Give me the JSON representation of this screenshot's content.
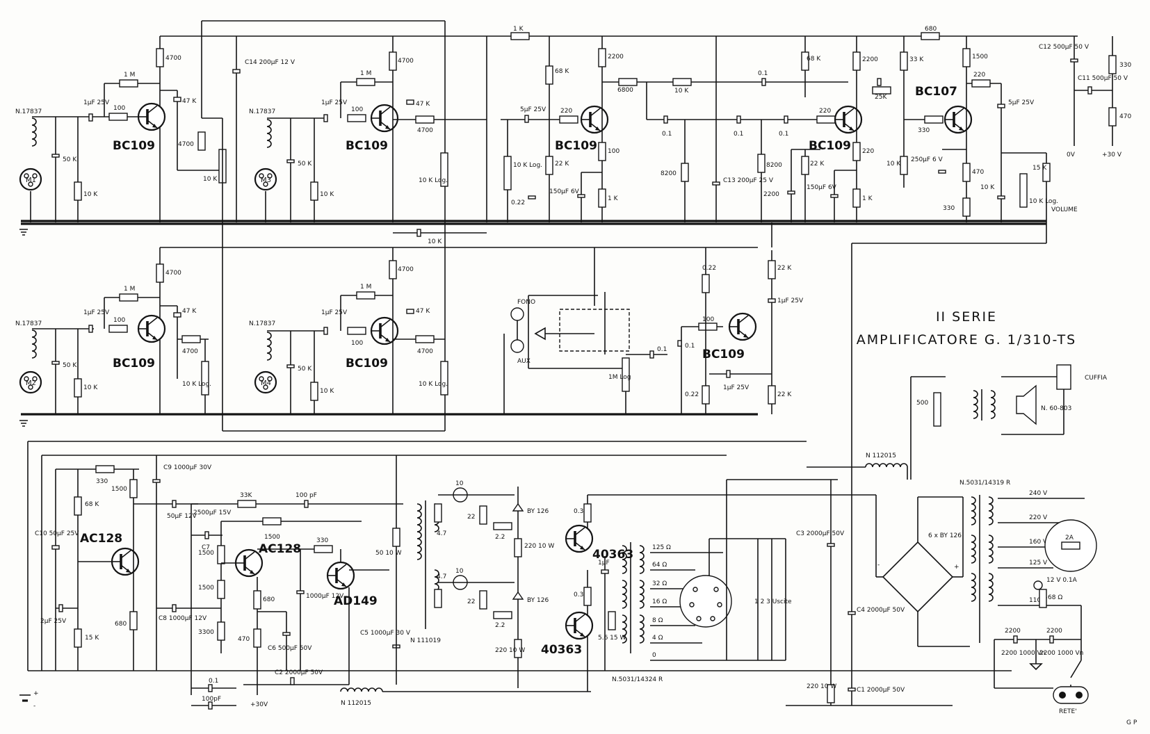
{
  "title": {
    "series": "II SERIE",
    "model": "AMPLIFICATORE G. 1/310-TS"
  },
  "transistors": {
    "q_ch1": "BC109",
    "q_ch1b": "BC109",
    "q_ch3": "BC109",
    "q_ch3b": "BC109",
    "q_ch2": "BC109",
    "q_ch4": "BC109",
    "q_aux": "BC109",
    "q_tone1": "BC109",
    "q_tone2": "BC109",
    "q_bc107": "BC107",
    "q_ac128a": "AC128",
    "q_ac128b": "AC128",
    "q_ad149": "AD149",
    "q_out1": "40363",
    "q_out2": "40363"
  },
  "inputs": {
    "m1": "M1",
    "m2": "M2",
    "m3": "M3",
    "m4": "M4",
    "part": "N.17837",
    "fono": "FONO",
    "aux": "AUX"
  },
  "resistors": {
    "r_4700": "4700",
    "r_1m": "1 M",
    "r_100": "100",
    "r_10k": "10 K",
    "r_47k": "47 K",
    "r_1k": "1 K",
    "r_68k": "68 K",
    "r_2200": "2200",
    "r_220": "220",
    "r_6800": "6800",
    "r_22k": "22 K",
    "r_8200": "8200",
    "r_25k": "25K",
    "r_33k": "33 K",
    "r_1500": "1500",
    "r_680": "680",
    "r_330": "330",
    "r_470": "470",
    "r_15k": "15 K",
    "r_0_22": "0.22",
    "r_68": "68",
    "r_10": "10",
    "r_4_7": "4.7",
    "r_22": "22",
    "r_2_2": "2.2",
    "r_0_3": "0.3",
    "r_220_10w": "220 10 W",
    "r_50_10w": "50 10 W",
    "r_5_6_15w": "5.6 15 W",
    "r_500": "500",
    "r_3300": "3300",
    "r_33k_b": "33K"
  },
  "capacitors": {
    "c_1uf": "1µF 25V",
    "c_50k": "50 K",
    "c_47k": "47 K",
    "c_5uf": "5µF 25V",
    "c_0_1": "0.1",
    "c_0_22": "0.22",
    "c_150uf": "150µF 6V",
    "c14": "C14 200µF 12 V",
    "c13": "C13 200µF 25 V",
    "c12": "C12 500µF 50 V",
    "c11": "C11 500µF 50 V",
    "c_250uf": "250µF 6 V",
    "c_2200": "2200",
    "c9": "C9 1000µF 30V",
    "c10": "C10 50µF 25V",
    "c_50uf_12v": "50µF 12V",
    "c_2500uf": "2500µF 15V",
    "c7": "C7",
    "c_1000uf_12v": "1000µF 12V",
    "c8": "C8 1000µF 12V",
    "c_2uf": "2µF 25V",
    "c6": "C6 500µF 50V",
    "c5": "C5 1000µF 30 V",
    "c2": "C2 2000µF 50V",
    "c3": "C3 2000µF 50V",
    "c4": "C4 2000µF 50V",
    "c1": "C1 2000µF 50V",
    "c_100pf": "100 pF",
    "c_100pf_b": "100pF",
    "c_0_1b": "0.1",
    "c_2200_1000vn": "2200 1000 Vn",
    "c_1uf_out": "1µF"
  },
  "pots": {
    "p_10k_log": "10 K Log.",
    "p_1m_log": "1M Log",
    "volume": "VOLUME"
  },
  "power": {
    "v0": "0V",
    "v30": "+30 V",
    "v30b": "+30V",
    "plus": "+",
    "minus": "-",
    "rete": "RETE'",
    "diodes": "6 x BY 126",
    "by126": "BY 126",
    "transformer": "N.5031/14319 R",
    "taps": [
      "240 V",
      "220 V",
      "160 V",
      "125 V",
      "110 V"
    ],
    "fuse": "2A",
    "lamp": "12 V 0.1A",
    "lamp_r": "68 Ω"
  },
  "output": {
    "transformer": "N.5031/14324 R",
    "driver_tr": "N 111019",
    "choke": "N 112015",
    "choke2": "N 112015",
    "taps": [
      "125 Ω",
      "64 Ω",
      "32 Ω",
      "16 Ω",
      "8 Ω",
      "4 Ω",
      "0"
    ],
    "uscite": "1   2   3 Uscite",
    "cuffia": "CUFFIA",
    "speaker": "N. 60-803"
  },
  "signature": "G P"
}
